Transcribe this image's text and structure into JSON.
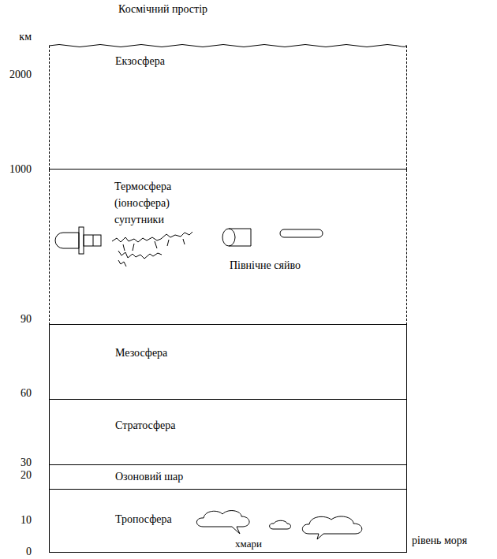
{
  "diagram": {
    "nodes": [
      {
        "text": [
          "Екзосфера"
        ]
      },
      {
        "text": [
          "Термосфера (іоносфера) супутники",
          "Північне сяйво"
        ]
      },
      {
        "text": [
          "Мезосфера"
        ]
      },
      {
        "text": [
          "Стратосфера"
        ]
      },
      {
        "text": [
          "Озоновий шар"
        ]
      },
      {
        "text": [
          "Тропосфера",
          "хмари"
        ]
      }
    ],
    "labels": [
      "Космічний простір",
      "км",
      "2000",
      "1000",
      "90",
      "60",
      "30",
      "20",
      "10",
      "0",
      "рівень моря"
    ]
  }
}
